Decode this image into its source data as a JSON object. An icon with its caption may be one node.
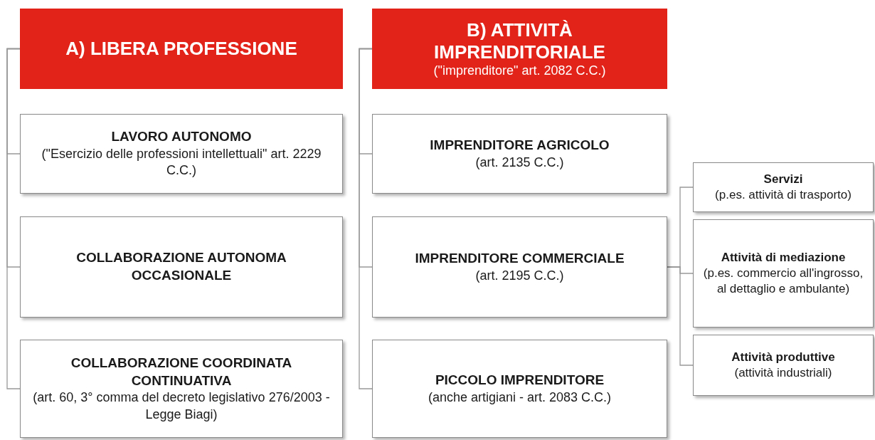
{
  "diagram": {
    "nodes": [
      {
        "text": [
          "A) LIBERA PROFESSIONE"
        ]
      },
      {
        "text": [
          "LAVORO AUTONOMO",
          "(\"Esercizio delle professioni intellettuali\" art. 2229 C.C.)"
        ]
      },
      {
        "text": [
          "COLLABORAZIONE AUTONOMA OCCASIONALE"
        ]
      },
      {
        "text": [
          "COLLABORAZIONE COORDINATA CONTINUATIVA",
          "(art. 60, 3° comma del decreto legislativo 276/2003 - Legge Biagi)"
        ]
      },
      {
        "text": [
          "B) ATTIVITÀ IMPRENDITORIALE",
          "(\"imprenditore\" art. 2082 C.C.)"
        ]
      },
      {
        "text": [
          "IMPRENDITORE AGRICOLO",
          "(art. 2135 C.C.)"
        ]
      },
      {
        "text": [
          "IMPRENDITORE COMMERCIALE",
          "(art. 2195 C.C.)"
        ]
      },
      {
        "text": [
          "PICCOLO IMPRENDITORE",
          "(anche artigiani - art. 2083 C.C.)"
        ]
      },
      {
        "text": [
          "Servizi",
          "(p.es. attività di trasporto)"
        ]
      },
      {
        "text": [
          "Attività di mediazione",
          "(p.es. commercio all'ingrosso, al dettaglio e ambulante)"
        ]
      },
      {
        "text": [
          "Attività produttive",
          "(attività industriali)"
        ]
      }
    ],
    "edges": [
      {
        "from": 0,
        "to": 1,
        "arrow": "none"
      },
      {
        "from": 0,
        "to": 2,
        "arrow": "none"
      },
      {
        "from": 0,
        "to": 3,
        "arrow": "none"
      },
      {
        "from": 4,
        "to": 5,
        "arrow": "none"
      },
      {
        "from": 4,
        "to": 6,
        "arrow": "none"
      },
      {
        "from": 4,
        "to": 7,
        "arrow": "none"
      },
      {
        "from": 6,
        "to": 8,
        "arrow": "none"
      },
      {
        "from": 6,
        "to": 9,
        "arrow": "none"
      },
      {
        "from": 6,
        "to": 10,
        "arrow": "none"
      }
    ]
  }
}
